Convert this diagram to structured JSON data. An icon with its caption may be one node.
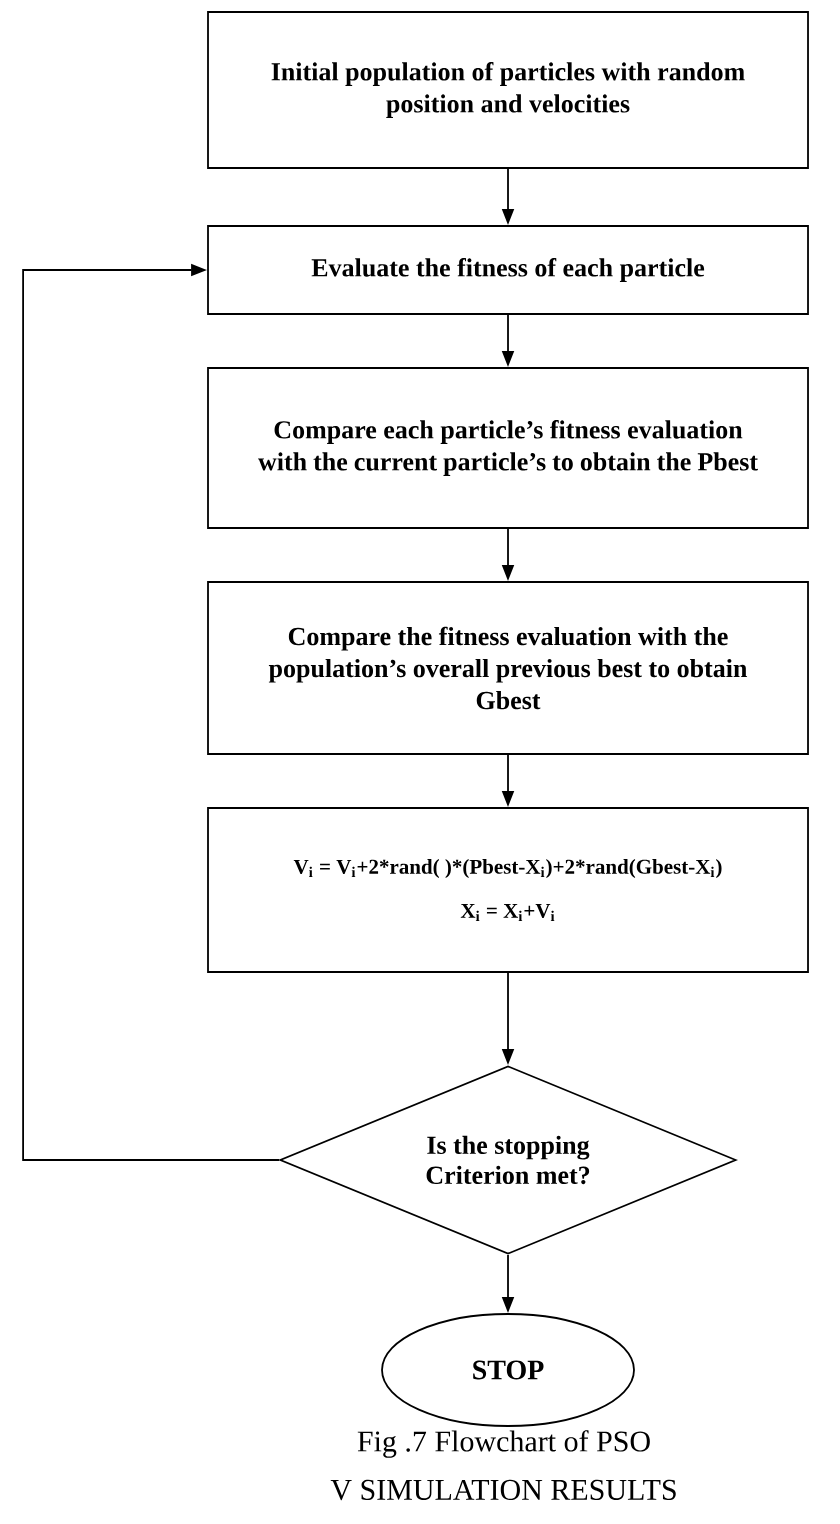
{
  "diagram": {
    "caption": "Fig .7 Flowchart of PSO",
    "nodes": [
      {
        "text": [
          "Initial population of particles with random position and velocities"
        ]
      },
      {
        "text": [
          "Evaluate the fitness of each particle"
        ]
      },
      {
        "text": [
          "Compare each particle’s fitness evaluation with the current particle’s to obtain the Pbest"
        ]
      },
      {
        "text": [
          "Compare the fitness evaluation with the population’s overall previous best to obtain Gbest"
        ]
      },
      {
        "text": [
          "V$_{i}$ = V$_{i}$+2*rand( )*(Pbest-X$_{i}$)+2*rand(Gbest-X$_{i}$)",
          "X$_{i}$ = X$_{i}$+V$_{i}$"
        ]
      },
      {
        "text": [
          "Is the stopping Criterion met?"
        ]
      },
      {
        "text": [
          "STOP"
        ]
      }
    ],
    "edges": [
      {
        "from": 0,
        "to": 1,
        "arrow": "to"
      },
      {
        "from": 1,
        "to": 2,
        "arrow": "to"
      },
      {
        "from": 2,
        "to": 3,
        "arrow": "to"
      },
      {
        "from": 3,
        "to": 4,
        "arrow": "to"
      },
      {
        "from": 4,
        "to": 5,
        "arrow": "to"
      },
      {
        "from": 5,
        "to": 6,
        "arrow": "to"
      },
      {
        "from": 5,
        "to": 1,
        "arrow": "to"
      }
    ],
    "labels": [
      "V SIMULATION RESULTS"
    ]
  }
}
